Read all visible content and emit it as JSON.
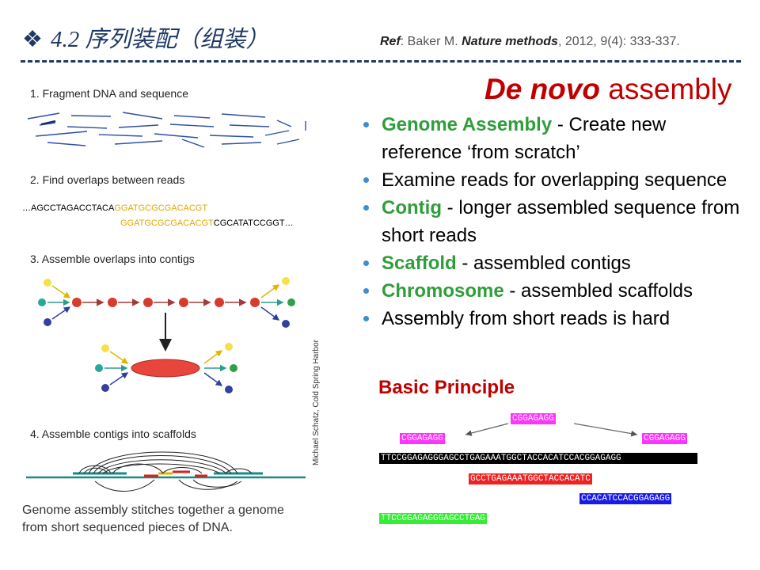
{
  "slide": {
    "title_symbol": "❖",
    "title": "4.2 序列装配（组装）",
    "ref": {
      "prefix": "Ref",
      "text_before": ": Baker M. ",
      "journal": "Nature methods",
      "text_after": ", 2012, 9(4): 333-337."
    },
    "heading": {
      "italic": "De novo",
      "rest": " assembly"
    },
    "bullets": [
      {
        "term": "Genome Assembly",
        "text": " - Create new reference ‘from scratch’"
      },
      {
        "term": "",
        "text": "Examine reads for overlapping sequence"
      },
      {
        "term": "Contig",
        "text": " - longer assembled sequence from short reads"
      },
      {
        "term": "Scaffold",
        "text": " - assembled contigs"
      },
      {
        "term": "Chromosome",
        "text": " - assembled scaffolds"
      },
      {
        "term": "",
        "text": "Assembly from short reads is hard"
      }
    ],
    "principle_title": "Basic Principle"
  },
  "figure": {
    "step1": "1. Fragment DNA and sequence",
    "step2": "2. Find overlaps between reads",
    "overlap_line1_black": "…AGCCTAGACCTACA",
    "overlap_line1_gold": "GGATGCGCGACACGT",
    "overlap_line2_gold": "GGATGCGCGACACGT",
    "overlap_line2_black": "CGCATATCCGGT…",
    "step3": "3. Assemble overlaps into contigs",
    "step4": "4. Assemble contigs into scaffolds",
    "credit": "Michael Schatz, Cold Spring Harbor",
    "caption_line1": "Genome assembly stitches together a genome",
    "caption_line2": "from short sequenced pieces of DNA."
  },
  "principle_sequences": {
    "top_read": "CGGAGAGG",
    "left_read": "CGGAGAGG",
    "right_read": "CGGAGAGG",
    "reference": "TTCCGGAGAGGGAGCCTGAGAAATGGCTACCACATCCACGGAGAGG",
    "red_read": "GCCTGAGAAATGGCTACCACATC",
    "blue_read": "CCACATCCACGGAGAGG",
    "green_read": "TTCCGGAGAGGGAGCCTGAG",
    "colors": {
      "magenta": "#ff33ff",
      "black": "#000000",
      "red": "#ee2222",
      "blue": "#1a1ae6",
      "green": "#33ee33"
    }
  }
}
